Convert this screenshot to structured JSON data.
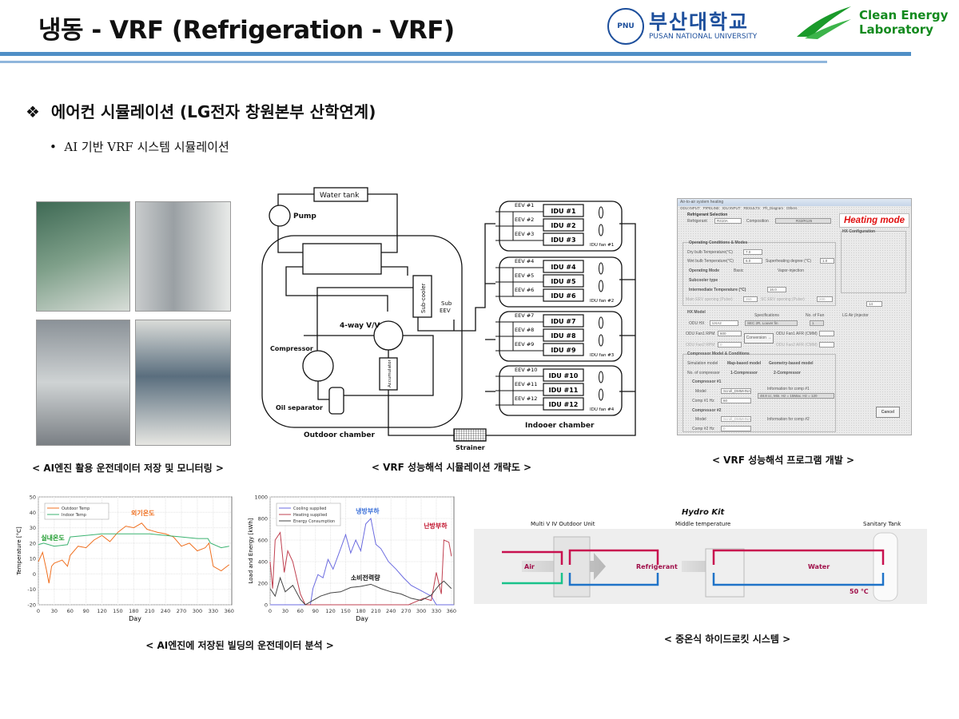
{
  "header": {
    "title": "냉동 - VRF (Refrigeration - VRF)",
    "university_kr": "부산대학교",
    "university_en": "PUSAN NATIONAL UNIVERSITY",
    "lab_line1": "Clean Energy",
    "lab_line2": "Laboratory"
  },
  "section": {
    "bullet_icon": "diamond-bullet",
    "heading": "에어컨 시뮬레이션 (LG전자 창원본부 산학연계)",
    "sub_bullet": "AI 기반 VRF 시스템 시뮬레이션"
  },
  "captions": {
    "photos": "< AI엔진 활용 운전데이터 저장 및 모니터링 >",
    "diagram": "< VRF 성능해석 시뮬레이션 개략도 >",
    "program": "< VRF 성능해석 프로그램 개발 >",
    "charts": "< AI엔진에 저장된 빌딩의 운전데이터 분석 >",
    "hydrokit": "< 중온식 하이드로킷 시스템 >"
  },
  "diagram": {
    "water_tank": "Water tank",
    "pump": "Pump",
    "sub_cooler": "Sub-cooler",
    "sub_eev": [
      "Sub",
      "EEV"
    ],
    "four_way": "4-way V/V",
    "compressor": "Compressor",
    "accumulator": "Accumulator",
    "oil_separator": "Oil separator",
    "outdoor_chamber": "Outdoor chamber",
    "indoor_chamber": "Indooer chamber",
    "strainer": "Strainer",
    "groups": [
      {
        "fan": "IDU fan #1",
        "units": [
          {
            "eev": "EEV #1",
            "idu": "IDU #1"
          },
          {
            "eev": "EEV #2",
            "idu": "IDU #2"
          },
          {
            "eev": "EEV #3",
            "idu": "IDU #3"
          }
        ]
      },
      {
        "fan": "IDU fan #2",
        "units": [
          {
            "eev": "EEV #4",
            "idu": "IDU #4"
          },
          {
            "eev": "EEV #5",
            "idu": "IDU #5"
          },
          {
            "eev": "EEV #6",
            "idu": "IDU #6"
          }
        ]
      },
      {
        "fan": "IDU fan #3",
        "units": [
          {
            "eev": "EEV #7",
            "idu": "IDU #7"
          },
          {
            "eev": "EEV #8",
            "idu": "IDU #8"
          },
          {
            "eev": "EEV #9",
            "idu": "IDU #9"
          }
        ]
      },
      {
        "fan": "IDU fan #4",
        "units": [
          {
            "eev": "EEV #10",
            "idu": "IDU #10"
          },
          {
            "eev": "EEV #11",
            "idu": "IDU #11"
          },
          {
            "eev": "EEV #12",
            "idu": "IDU #12"
          }
        ]
      }
    ]
  },
  "program": {
    "window_title": "Air-to-air system heating",
    "tabs": [
      "ODU INPUT",
      "PIPELINE",
      "IDU INPUT",
      "RESULTS",
      "Ph_Diagram",
      "Others"
    ],
    "mode_banner": "Heating mode",
    "refrigerant_group": "Refrigerant Selection",
    "refrigerant_label": "Refrigerant",
    "refrigerant_value": "R410A",
    "composition_label": "Composition",
    "composition_value": "R32/R125",
    "op_group": "Operating Conditions & Modes",
    "dry_bulb_label": "Dry bulb Temperature(°C)",
    "dry_bulb_value": "7.0",
    "wet_bulb_label": "Wet bulb Temperature(°C)",
    "wet_bulb_value": "6.0",
    "superheat_label": "Superheating degree (°C)",
    "superheat_value": "1.0",
    "op_mode_label": "Operating Mode",
    "op_mode_basic": "Basic",
    "op_mode_vi": "Vapor-injection",
    "subcooler_label": "Subcooler type",
    "inter_temp_label": "Intermediate Temperature (°C)",
    "inter_temp_value": "16.0",
    "main_eev": "Main EEV opening (Pulse)",
    "main_eev_value": "350",
    "sc_eev": "SC EEV opening (Pulse)",
    "sc_eev_value": "200",
    "hx_config": "HX Configuration",
    "hx_model": "HX Model",
    "odu_hx_label": "ODU HX",
    "odu_hx_value": "UXA2",
    "spec_label": "Specifications",
    "spec_value": "SEC 2R, Louver fin",
    "fans_label": "No. of Fan",
    "fans_value": "1",
    "fan1_rpm_label": "ODU Fan1 RPM",
    "fan1_rpm_value": "600",
    "fan2_rpm_label": "ODU Fan2 RPM",
    "fan2_rpm_value": "0",
    "conversion": "Conversion →",
    "fan1_afr": "ODU Fan1 AFR (CMM)",
    "fan2_afr": "ODU Fan2 AFR (CMM)",
    "comp_group": "Compressor Model & Conditions",
    "sim_model_label": "Simulation model",
    "map_model": "Map-based model",
    "geo_model": "Geometry-based model",
    "no_comp_label": "No. of compressor",
    "comp1": "1-Compressor",
    "comp2": "2-Compressor",
    "comp1_group": "Compressor #1",
    "model_label": "Model",
    "model_value": "Scroll_DMMHNA",
    "comp1_info_label": "Information for comp #1",
    "comp1_info": "48.8 cc, Min. Hz = 15Max. Hz = 120",
    "comp1_hz_label": "Comp #1 Hz",
    "comp1_hz_value": "60",
    "comp2_group": "Compressor #2",
    "comp2_info_label": "Information for comp #2",
    "comp2_hz_label": "Comp #2 Hz",
    "comp2_hz_value": "0",
    "fpi_value": "14",
    "lg_air_label": "LG Air jInjector",
    "cancel": "Cancel"
  },
  "hydrokit": {
    "title": "Hydro Kit",
    "outdoor": "Multi V IV Outdoor Unit",
    "middle": "Middle temperature",
    "tank": "Sanitary Tank",
    "air": "Air",
    "refrigerant": "Refrigerant",
    "water": "Water",
    "temp": "50 ℃",
    "colors": {
      "hot": "#c8104f",
      "cold": "#1f73c8",
      "air_out": "#19c28a"
    }
  },
  "chart_data": [
    {
      "type": "line",
      "xlabel": "Day",
      "ylabel": "Temperature [°C]",
      "xlim": [
        0,
        365
      ],
      "ylim": [
        -20,
        50
      ],
      "xticks": [
        0,
        30,
        60,
        90,
        120,
        150,
        180,
        210,
        240,
        270,
        300,
        330,
        360
      ],
      "yticks": [
        -20,
        -10,
        0,
        10,
        20,
        30,
        40,
        50
      ],
      "legend": "top-left",
      "grid": true,
      "annotations": [
        {
          "text": "외기온도",
          "color": "#f07020"
        },
        {
          "text": "실내온도",
          "color": "#1a9a2a"
        }
      ],
      "series": [
        {
          "name": "Outdoor Temp",
          "color": "#f07020",
          "x": [
            0,
            8,
            15,
            20,
            25,
            30,
            45,
            55,
            60,
            75,
            90,
            105,
            120,
            135,
            150,
            165,
            180,
            195,
            205,
            215,
            225,
            240,
            255,
            270,
            285,
            300,
            315,
            322,
            330,
            345,
            360
          ],
          "y": [
            8,
            14,
            3,
            -6,
            5,
            7,
            9,
            5,
            12,
            18,
            17,
            22,
            25,
            21,
            27,
            31,
            30,
            33,
            29,
            28,
            27,
            26,
            24,
            18,
            20,
            15,
            17,
            20,
            5,
            2,
            6
          ]
        },
        {
          "name": "Indoor Temp",
          "color": "#3cb371",
          "x": [
            0,
            10,
            30,
            55,
            60,
            90,
            120,
            150,
            180,
            210,
            240,
            270,
            300,
            320,
            325,
            345,
            360
          ],
          "y": [
            19,
            20,
            18,
            19,
            24,
            25,
            26,
            26,
            26,
            26,
            25,
            24,
            23,
            23,
            20,
            17,
            18
          ]
        }
      ]
    },
    {
      "type": "line",
      "xlabel": "Day",
      "ylabel": "Load and Energy [kWh]",
      "xlim": [
        0,
        365
      ],
      "ylim": [
        0,
        1000
      ],
      "xticks": [
        0,
        30,
        60,
        90,
        120,
        150,
        180,
        210,
        240,
        270,
        300,
        330,
        360
      ],
      "yticks": [
        0,
        200,
        400,
        600,
        800,
        1000
      ],
      "legend": "top-left",
      "grid": true,
      "annotations": [
        {
          "text": "냉방부하",
          "color": "#3a6fd8"
        },
        {
          "text": "난방부하",
          "color": "#c0102a"
        },
        {
          "text": "소비전력량",
          "color": "#111111"
        }
      ],
      "series": [
        {
          "name": "Cooling supplied",
          "color": "#6b6be0",
          "x": [
            0,
            80,
            85,
            95,
            105,
            115,
            125,
            140,
            150,
            160,
            170,
            180,
            190,
            200,
            210,
            220,
            235,
            250,
            265,
            280,
            300,
            320,
            330,
            365
          ],
          "y": [
            0,
            0,
            150,
            280,
            250,
            420,
            330,
            520,
            650,
            480,
            600,
            500,
            750,
            800,
            560,
            520,
            400,
            330,
            250,
            180,
            130,
            80,
            0,
            0
          ]
        },
        {
          "name": "Heating supplied",
          "color": "#c04050",
          "x": [
            0,
            5,
            10,
            20,
            28,
            35,
            45,
            55,
            60,
            70,
            275,
            290,
            305,
            320,
            330,
            340,
            345,
            355,
            360
          ],
          "y": [
            400,
            150,
            600,
            670,
            300,
            500,
            400,
            200,
            100,
            0,
            0,
            30,
            60,
            40,
            300,
            100,
            600,
            580,
            450
          ]
        },
        {
          "name": "Energy Consumption",
          "color": "#444444",
          "x": [
            0,
            10,
            20,
            30,
            45,
            60,
            70,
            85,
            100,
            120,
            140,
            160,
            180,
            200,
            220,
            240,
            260,
            280,
            300,
            320,
            335,
            345,
            360
          ],
          "y": [
            150,
            80,
            250,
            120,
            180,
            50,
            0,
            40,
            80,
            110,
            120,
            160,
            170,
            190,
            150,
            120,
            100,
            60,
            40,
            90,
            180,
            220,
            150
          ]
        }
      ]
    }
  ]
}
